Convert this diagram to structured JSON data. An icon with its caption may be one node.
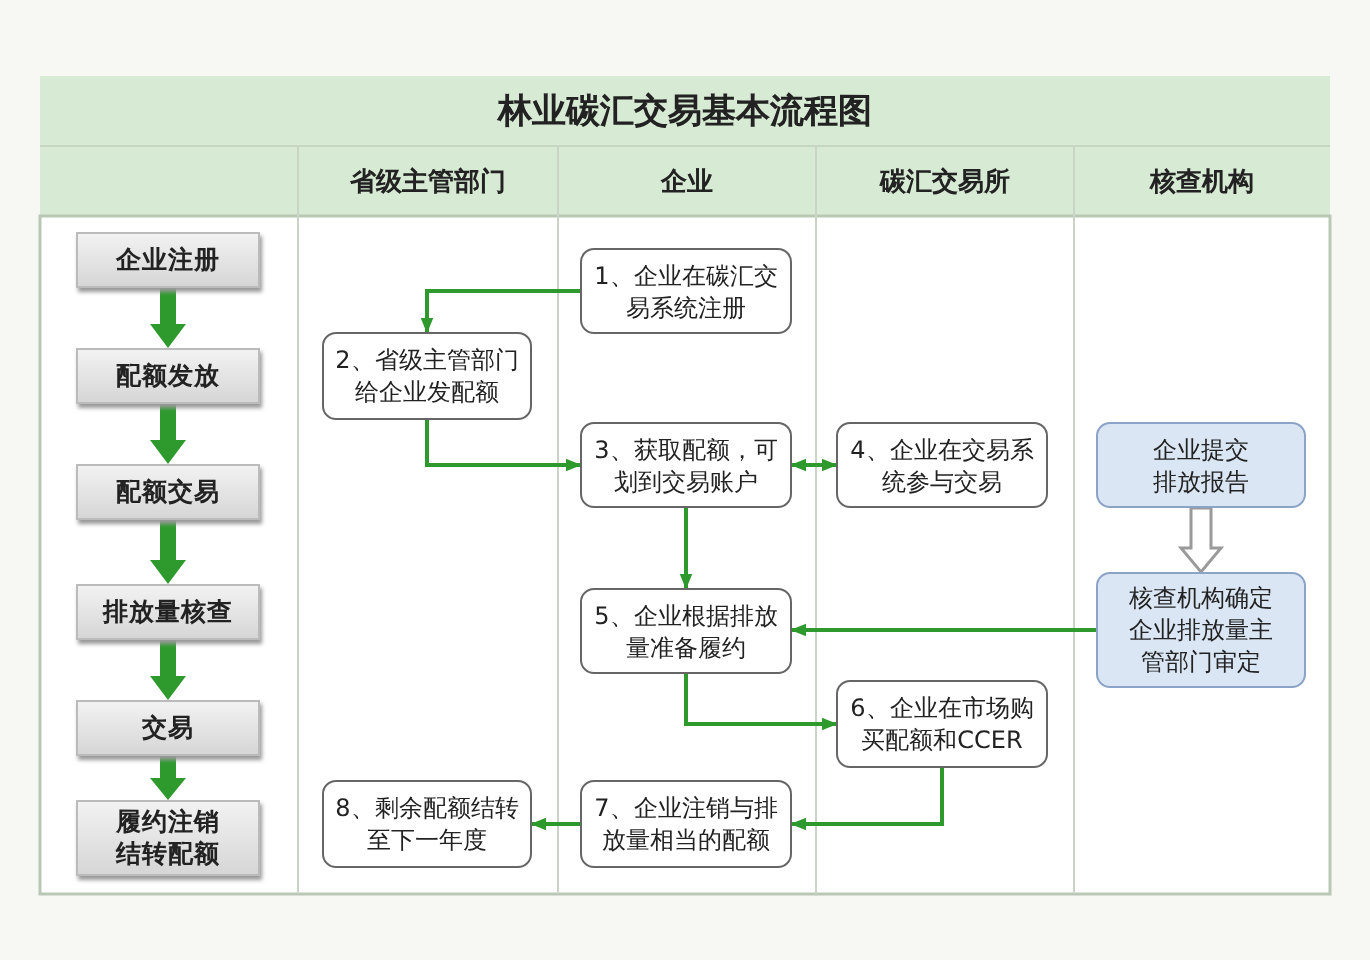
{
  "diagram": {
    "title": "林业碳汇交易基本流程图",
    "nodes": [
      {
        "text": [
          "企业注册"
        ]
      },
      {
        "text": [
          "配额发放"
        ]
      },
      {
        "text": [
          "配额交易"
        ]
      },
      {
        "text": [
          "排放量核查"
        ]
      },
      {
        "text": [
          "交易"
        ]
      },
      {
        "text": [
          "履约注销结转配额"
        ]
      },
      {
        "text": [
          "1、企业在碳汇交易系统注册"
        ]
      },
      {
        "text": [
          "2、省级主管部门给企业发配额"
        ]
      },
      {
        "text": [
          "3、获取配额，可划到交易账户"
        ]
      },
      {
        "text": [
          "4、企业在交易系统参与交易"
        ]
      },
      {
        "text": [
          "5、企业根据排放量准备履约"
        ]
      },
      {
        "text": [
          "企业提交排放报告"
        ]
      },
      {
        "text": [
          "核查机构确定企业排放量主管部门审定"
        ]
      },
      {
        "text": [
          "6、企业在市场购买配额和CCER"
        ]
      },
      {
        "text": [
          "7、企业注销与排放量相当的配额"
        ]
      },
      {
        "text": [
          "8、剩余配额结转至下一年度"
        ]
      }
    ],
    "edges": [
      {
        "from": 0,
        "to": 1,
        "arrow": "to",
        "style": "thick"
      },
      {
        "from": 1,
        "to": 2,
        "arrow": "to",
        "style": "thick"
      },
      {
        "from": 2,
        "to": 3,
        "arrow": "to",
        "style": "thick"
      },
      {
        "from": 3,
        "to": 4,
        "arrow": "to",
        "style": "thick"
      },
      {
        "from": 4,
        "to": 5,
        "arrow": "to",
        "style": "thick"
      },
      {
        "from": 6,
        "to": 7,
        "arrow": "to"
      },
      {
        "from": 7,
        "to": 8,
        "arrow": "to"
      },
      {
        "from": 8,
        "to": 9,
        "arrow": "both"
      },
      {
        "from": 8,
        "to": 10,
        "arrow": "to"
      },
      {
        "from": 11,
        "to": 12,
        "arrow": "to",
        "style": "thick",
        "color": "#9a9a9a"
      },
      {
        "from": 12,
        "to": 10,
        "arrow": "to"
      },
      {
        "from": 10,
        "to": 13,
        "arrow": "to"
      },
      {
        "from": 13,
        "to": 14,
        "arrow": "to"
      },
      {
        "from": 14,
        "to": 15,
        "arrow": "to"
      }
    ],
    "labels": [
      "省级主管部门",
      "企业",
      "碳汇交易所",
      "核查机构"
    ]
  }
}
